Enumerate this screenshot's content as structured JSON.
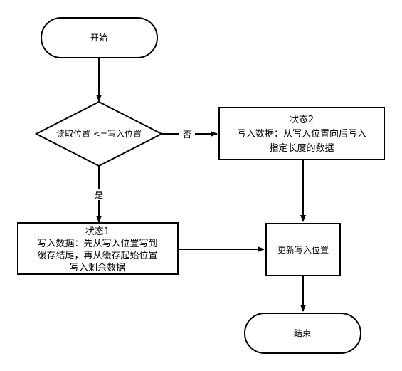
{
  "flowchart": {
    "start": {
      "label": "开始"
    },
    "decision": {
      "label": "读取位置 <=写入位置"
    },
    "state2": {
      "title": "状态2",
      "line1": "写入数据：从写入位置向后写入",
      "line2": "指定长度的数据"
    },
    "state1": {
      "title": "状态1",
      "line1": "写入数据：先从写入位置写到",
      "line2": "缓存结尾，再从缓存起始位置",
      "line3": "写入剩余数据"
    },
    "update": {
      "label": "更新写入位置"
    },
    "end": {
      "label": "结束"
    },
    "edges": {
      "no_label": "否",
      "yes_label": "是"
    }
  }
}
